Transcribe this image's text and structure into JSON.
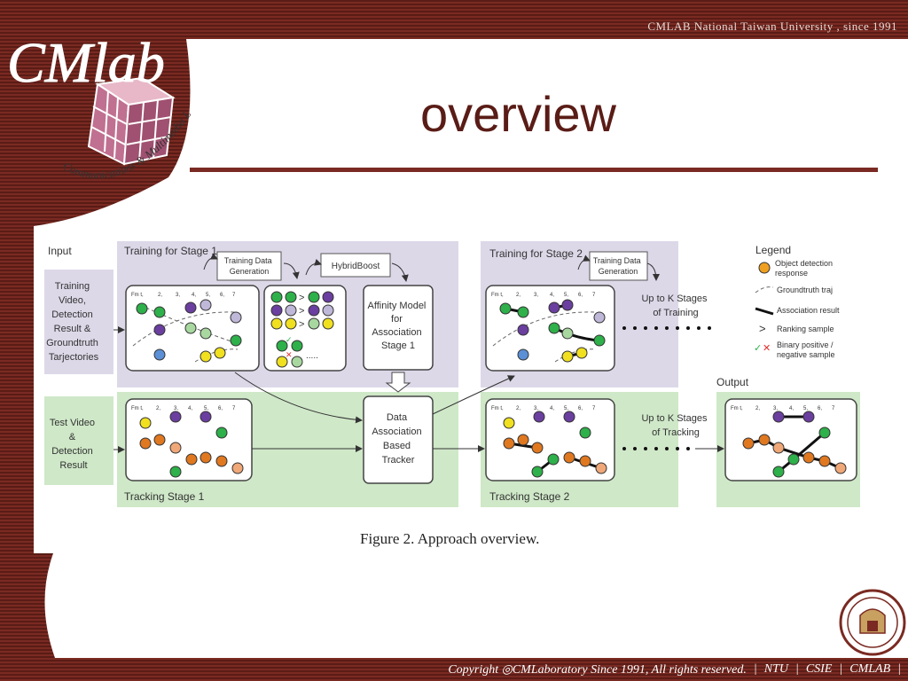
{
  "header": {
    "text": "CMLAB   National Taiwan University , since 1991"
  },
  "logo": {
    "text": "CMlab",
    "ring_text": "Communications & Multimedia Laboratory"
  },
  "slide": {
    "title": "overview"
  },
  "diagram": {
    "input_label": "Input",
    "input_training": [
      "Training",
      "Video,",
      "Detection",
      "Result &",
      "Groundtruth",
      "Tarjectories"
    ],
    "input_test": [
      "Test Video",
      "&",
      "Detection",
      "Result"
    ],
    "training_stage1": "Training for Stage 1",
    "training_stage2": "Training for Stage 2",
    "training_data_generation": [
      "Training Data",
      "Generation"
    ],
    "hybridboost": "HybridBoost",
    "affinity_model": [
      "Affinity Model",
      "for",
      "Association",
      "Stage 1"
    ],
    "data_association": [
      "Data",
      "Association",
      "Based",
      "Tracker"
    ],
    "up_to_k_training": [
      "Up to K Stages",
      "of Training"
    ],
    "up_to_k_tracking": [
      "Up to K Stages",
      "of Tracking"
    ],
    "tracking_stage1": "Tracking Stage 1",
    "tracking_stage2": "Tracking Stage 2",
    "output_label": "Output",
    "frame_labels": [
      "Fm t,",
      "2,",
      "3,",
      "4,",
      "5,",
      "6,",
      "7"
    ],
    "legend": {
      "title": "Legend",
      "items": [
        [
          "Object detection",
          "response"
        ],
        [
          "Groundtruth traj"
        ],
        [
          "Association result"
        ],
        [
          "Ranking sample"
        ],
        [
          "Binary positive /",
          "negative sample"
        ]
      ]
    },
    "colors": {
      "green": "#2eb04a",
      "purple": "#6b3fa0",
      "yellow": "#f0e020",
      "orange": "#e07820",
      "lightgreen": "#a8d8a0",
      "lavender": "#c0b8d8",
      "blue": "#5b8fd6",
      "peach": "#f0a878"
    }
  },
  "caption": "Figure 2. Approach overview.",
  "footer": {
    "copyright": "Copyright ◎CMLaboratory Since 1991, All rights reserved.",
    "links": [
      "NTU",
      "CSIE",
      "CMLAB"
    ]
  }
}
